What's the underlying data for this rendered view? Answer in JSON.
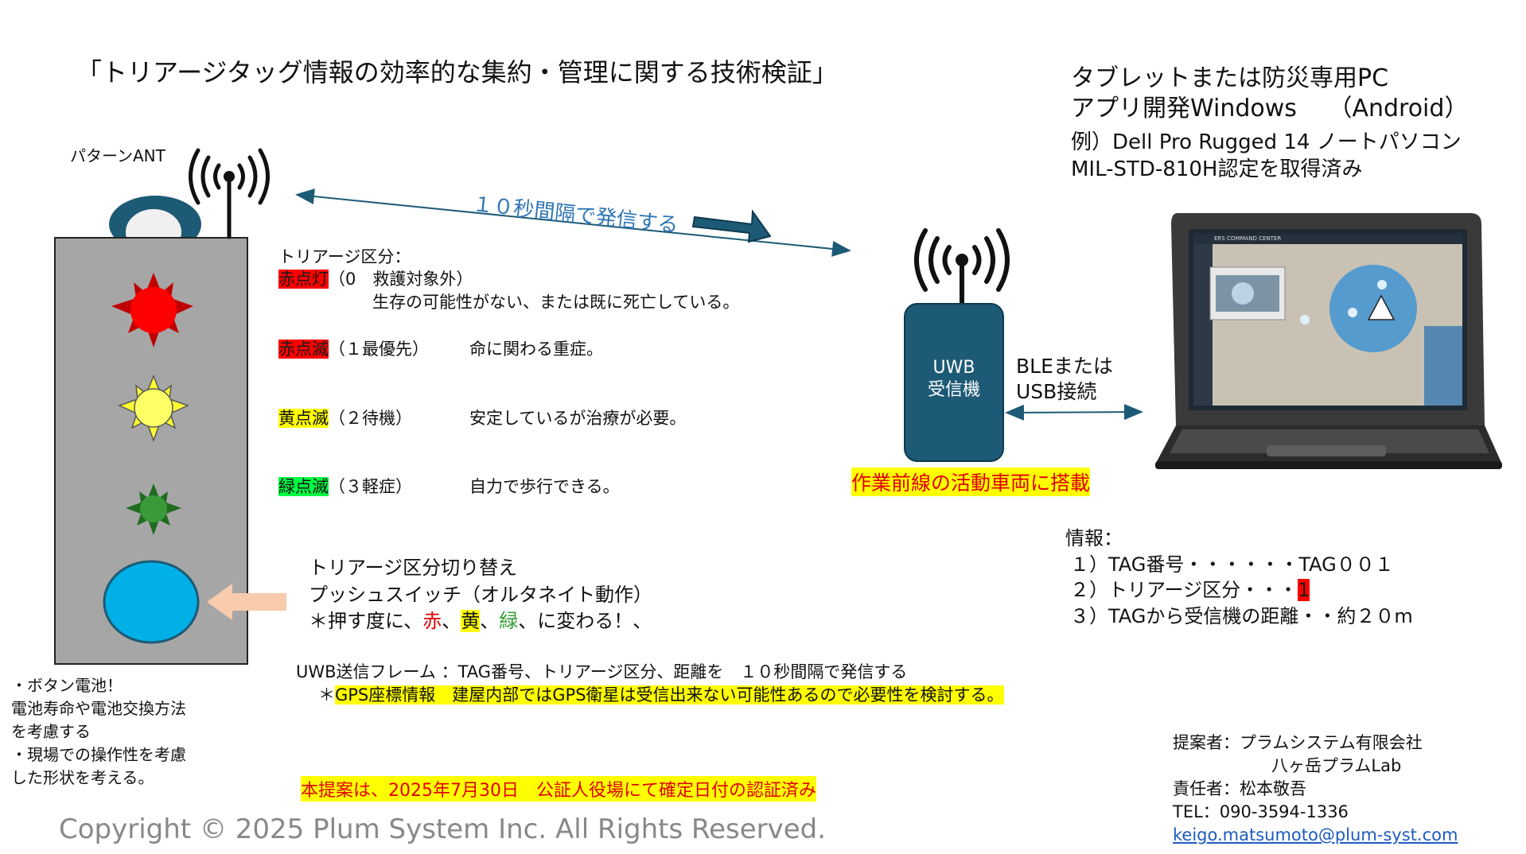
{
  "title": "「トリアージタッグ情報の効率的な集約・管理に関する技術検証」",
  "antenna_label": "パターンANT",
  "signal_arrow_label": "１０秒間隔で発信する",
  "triage": {
    "heading": "トリアージ区分：",
    "items": [
      {
        "tag": "赤点灯",
        "desc": "（0　救護対象外）",
        "note": "生存の可能性がない、または既に死亡している。"
      },
      {
        "tag": "赤点滅",
        "desc": "（１最優先）",
        "note": "命に関わる重症。"
      },
      {
        "tag": "黄点滅",
        "desc": "（２待機）",
        "note": "安定しているが治療が必要。"
      },
      {
        "tag": "緑点滅",
        "desc": "（３軽症）",
        "note": "自力で歩行できる。"
      }
    ]
  },
  "switch": {
    "line1": "トリアージ区分切り替え",
    "line2": "プッシュスイッチ（オルタネイト動作）",
    "line3_prefix": "＊押す度に、",
    "red": "赤",
    "sep1": "、",
    "yellow": "黄",
    "sep2": "、",
    "green": "緑",
    "line3_suffix": "、に変わる！、"
  },
  "battery_notes": [
    "・ボタン電池！",
    "電池寿命や電池交換方法",
    "を考慮する",
    "・現場での操作性を考慮",
    "した形状を考える。"
  ],
  "uwb_frame": {
    "line1": "UWB送信フレーム ：TAG番号、トリアージ区分、距離を　１０秒間隔で発信する",
    "line2_prefix": "＊",
    "line2": "GPS座標情報　建屋内部ではGPS衛星は受信出来ない可能性あるので必要性を検討する。"
  },
  "certification": "本提案は、2025年7月30日　公証人役場にて確定日付の認証済み",
  "receiver": {
    "line1": "UWB",
    "line2": "受信機",
    "vehicle": "作業前線の活動車両に搭載"
  },
  "link_label": {
    "line1": "BLEまたは",
    "line2": "USB接続"
  },
  "device": {
    "line1": "タブレットまたは防災専用PC",
    "line2": "アプリ開発Windows　 （Android）",
    "line3": "例）Dell Pro Rugged 14 ノートパソコン",
    "line4": "MIL-STD-810H認定を取得済み",
    "screen_title": "ERS COMMAND CENTER"
  },
  "info": {
    "heading": "情報：",
    "line1": "１）TAG番号・・・・・・TAG００１",
    "line2_prefix": "２）トリアージ区分・・・",
    "line2_value": "1",
    "line3": "３）TAGから受信機の距離・・約２０m"
  },
  "proposer": {
    "line1": "提案者：プラムシステム有限会社",
    "line2": "八ヶ岳プラムLab",
    "line3": "責任者：松本敬吾",
    "line4": "TEL：090-3594-1336",
    "email": "keigo.matsumoto@plum-syst.com"
  },
  "copyright": "Copyright © 2025 Plum System Inc. All Rights Reserved.",
  "colors": {
    "tag_body": "#a6a6a6",
    "dark_teal": "#1d5a75",
    "button_cyan": "#00b0e6",
    "led_red": "#ff0000",
    "led_yellow": "#ffff66",
    "led_green": "#3a9a3a",
    "arrow_pink": "#f8cbad"
  }
}
